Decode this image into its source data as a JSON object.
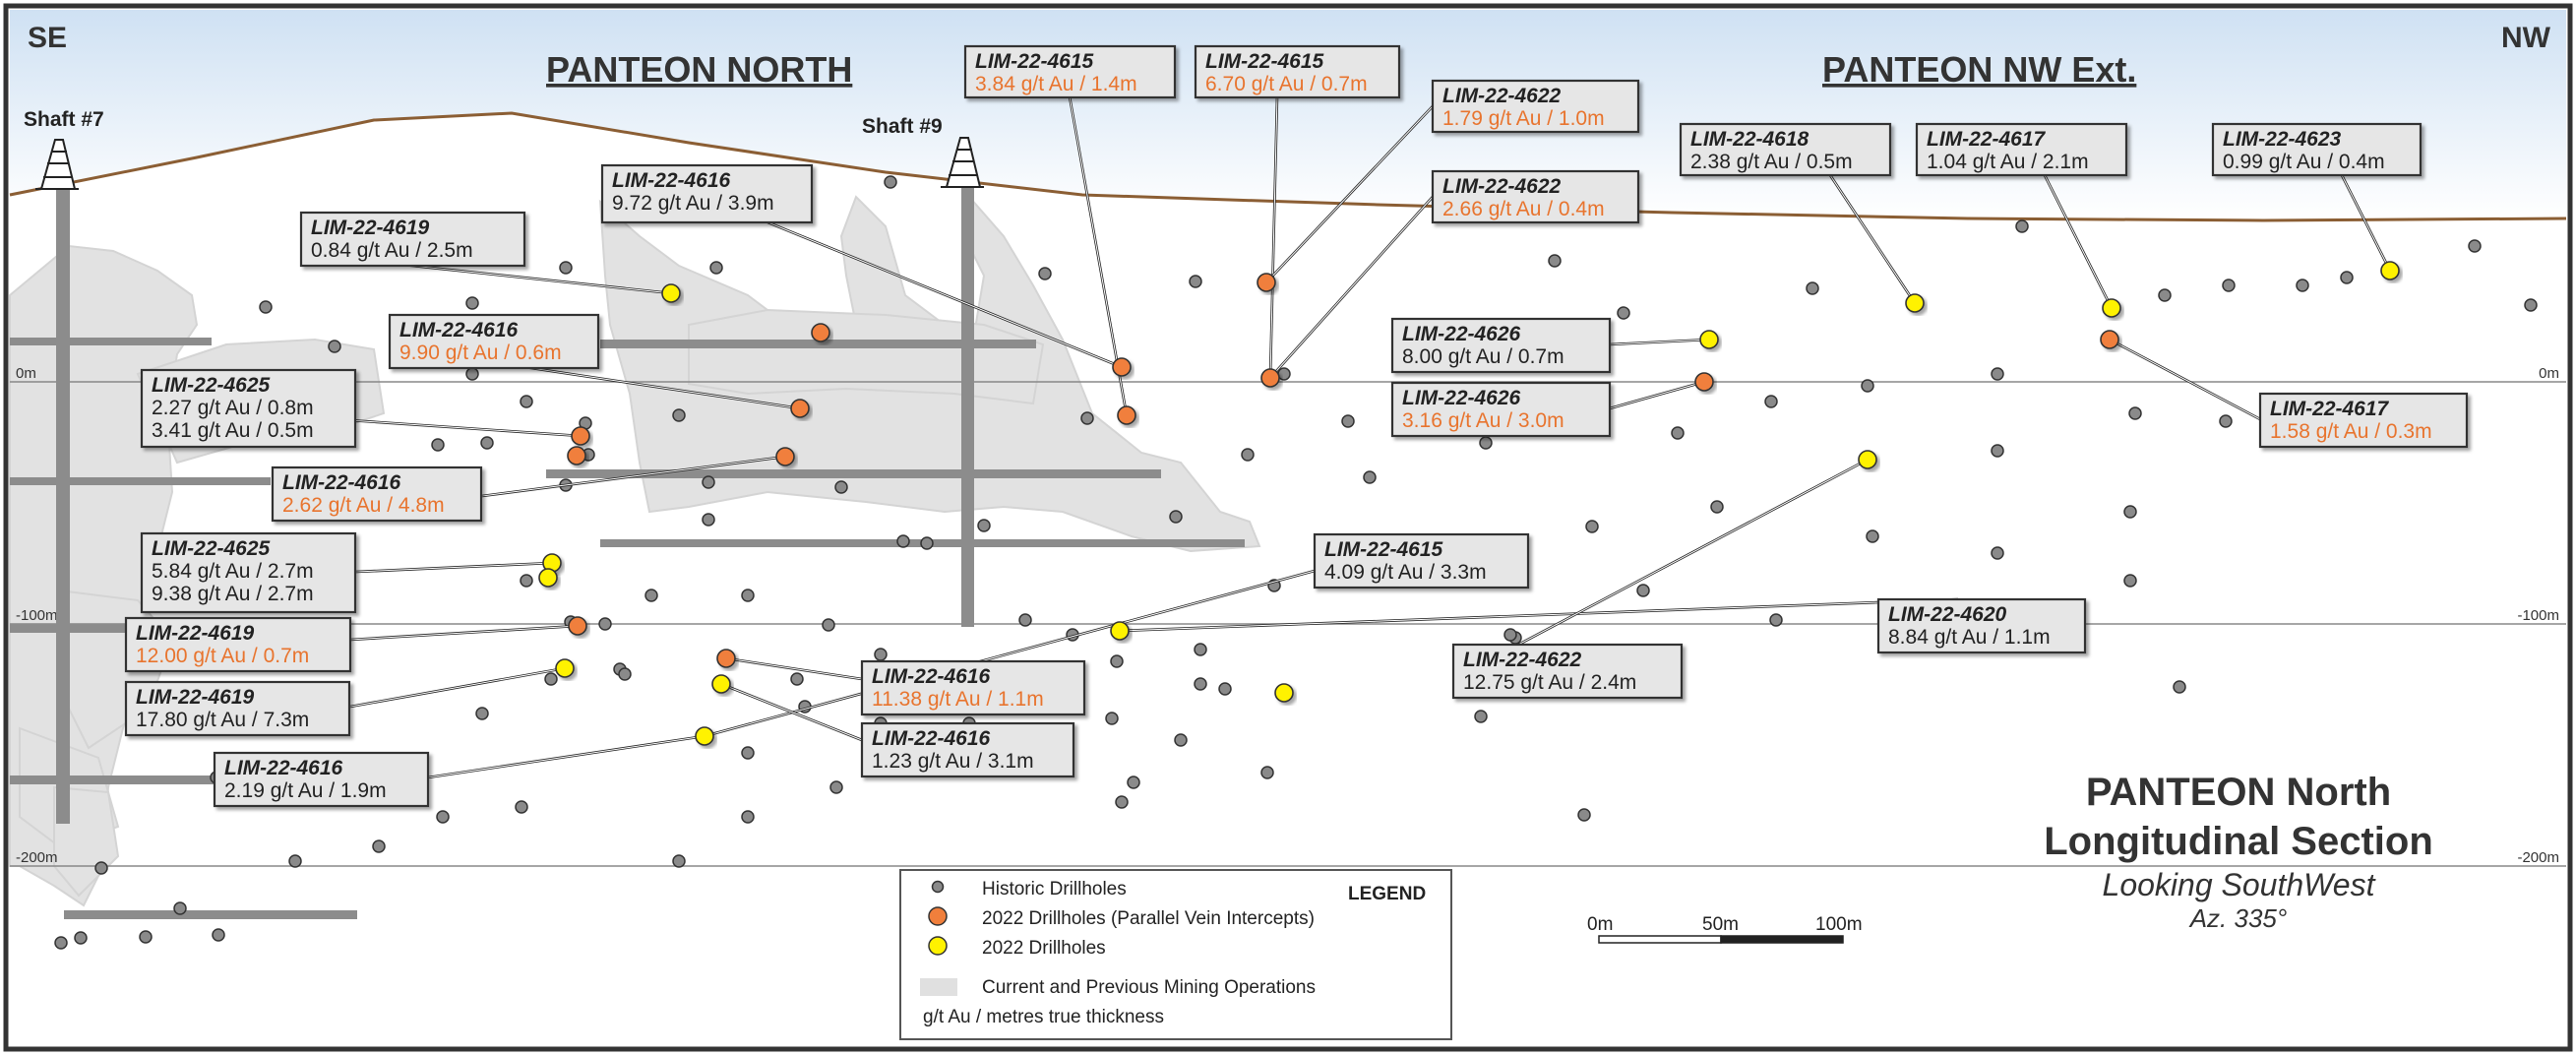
{
  "orientation": {
    "left": "SE",
    "right": "NW"
  },
  "zone_titles": [
    "PANTEON NORTH",
    "PANTEON NW Ext."
  ],
  "shafts": [
    "Shaft #7",
    "Shaft #9"
  ],
  "depth_levels": [
    {
      "label": "0m",
      "depth": 0
    },
    {
      "label": "-100m",
      "depth": -100
    },
    {
      "label": "-200m",
      "depth": -200
    }
  ],
  "colors": {
    "historic": "#8a8a8a",
    "parallel_vein": "#f07f3c",
    "drillhole_2022": "#fff200",
    "orange_text": "#e8742e",
    "topography": "#8b5e34",
    "mining": "#e0e0e0",
    "levels": "#888888"
  },
  "drillhole_labels": [
    {
      "title": "LIM-22-4615",
      "lines": [
        {
          "text": "3.84 g/t Au / 1.4m",
          "orange": true
        }
      ]
    },
    {
      "title": "LIM-22-4615",
      "lines": [
        {
          "text": "6.70 g/t Au / 0.7m",
          "orange": true
        }
      ]
    },
    {
      "title": "LIM-22-4622",
      "lines": [
        {
          "text": "1.79 g/t Au / 1.0m",
          "orange": true
        }
      ]
    },
    {
      "title": "LIM-22-4622",
      "lines": [
        {
          "text": "2.66 g/t Au / 0.4m",
          "orange": true
        }
      ]
    },
    {
      "title": "LIM-22-4618",
      "lines": [
        {
          "text": "2.38 g/t Au / 0.5m",
          "orange": false
        }
      ]
    },
    {
      "title": "LIM-22-4617",
      "lines": [
        {
          "text": "1.04 g/t Au / 2.1m",
          "orange": false
        }
      ]
    },
    {
      "title": "LIM-22-4623",
      "lines": [
        {
          "text": "0.99 g/t Au / 0.4m",
          "orange": false
        }
      ]
    },
    {
      "title": "LIM-22-4616",
      "lines": [
        {
          "text": "9.72 g/t Au / 3.9m",
          "orange": false
        }
      ]
    },
    {
      "title": "LIM-22-4619",
      "lines": [
        {
          "text": "0.84 g/t Au / 2.5m",
          "orange": false
        }
      ]
    },
    {
      "title": "LIM-22-4616",
      "lines": [
        {
          "text": "9.90 g/t Au / 0.6m",
          "orange": true
        }
      ]
    },
    {
      "title": "LIM-22-4625",
      "lines": [
        {
          "text": "2.27 g/t Au / 0.8m",
          "orange": false
        },
        {
          "text": "3.41 g/t Au / 0.5m",
          "orange": false
        }
      ]
    },
    {
      "title": "LIM-22-4616",
      "lines": [
        {
          "text": "2.62 g/t Au / 4.8m",
          "orange": true
        }
      ]
    },
    {
      "title": "LIM-22-4626",
      "lines": [
        {
          "text": "8.00 g/t Au / 0.7m",
          "orange": false
        }
      ]
    },
    {
      "title": "LIM-22-4626",
      "lines": [
        {
          "text": "3.16 g/t Au / 3.0m",
          "orange": true
        }
      ]
    },
    {
      "title": "LIM-22-4617",
      "lines": [
        {
          "text": "1.58 g/t Au / 0.3m",
          "orange": true
        }
      ]
    },
    {
      "title": "LIM-22-4625",
      "lines": [
        {
          "text": "5.84 g/t Au / 2.7m",
          "orange": false
        },
        {
          "text": "9.38 g/t Au / 2.7m",
          "orange": false
        }
      ]
    },
    {
      "title": "LIM-22-4615",
      "lines": [
        {
          "text": "4.09 g/t Au / 3.3m",
          "orange": false
        }
      ]
    },
    {
      "title": "LIM-22-4620",
      "lines": [
        {
          "text": "8.84 g/t Au / 1.1m",
          "orange": false
        }
      ]
    },
    {
      "title": "LIM-22-4619",
      "lines": [
        {
          "text": "12.00 g/t Au / 0.7m",
          "orange": true
        }
      ]
    },
    {
      "title": "LIM-22-4619",
      "lines": [
        {
          "text": "17.80 g/t Au / 7.3m",
          "orange": false
        }
      ]
    },
    {
      "title": "LIM-22-4616",
      "lines": [
        {
          "text": "11.38 g/t Au / 1.1m",
          "orange": true
        }
      ]
    },
    {
      "title": "LIM-22-4616",
      "lines": [
        {
          "text": "1.23 g/t Au / 3.1m",
          "orange": false
        }
      ]
    },
    {
      "title": "LIM-22-4622",
      "lines": [
        {
          "text": "12.75 g/t Au / 2.4m",
          "orange": false
        }
      ]
    },
    {
      "title": "LIM-22-4616",
      "lines": [
        {
          "text": "2.19 g/t Au / 1.9m",
          "orange": false
        }
      ]
    }
  ],
  "legend": {
    "title": "LEGEND",
    "historic": "Historic Drillholes",
    "parallel": "2022 Drillholes (Parallel Vein Intercepts)",
    "new": "2022 Drillholes",
    "mining": "Current and Previous Mining Operations",
    "units": "g/t Au / metres true thickness"
  },
  "scale_bar": {
    "labels": [
      "0m",
      "50m",
      "100m"
    ]
  },
  "section": {
    "title_line1": "PANTEON North",
    "title_line2": "Longitudinal Section",
    "subtitle": "Looking SouthWest",
    "azimuth": "Az. 335°"
  }
}
